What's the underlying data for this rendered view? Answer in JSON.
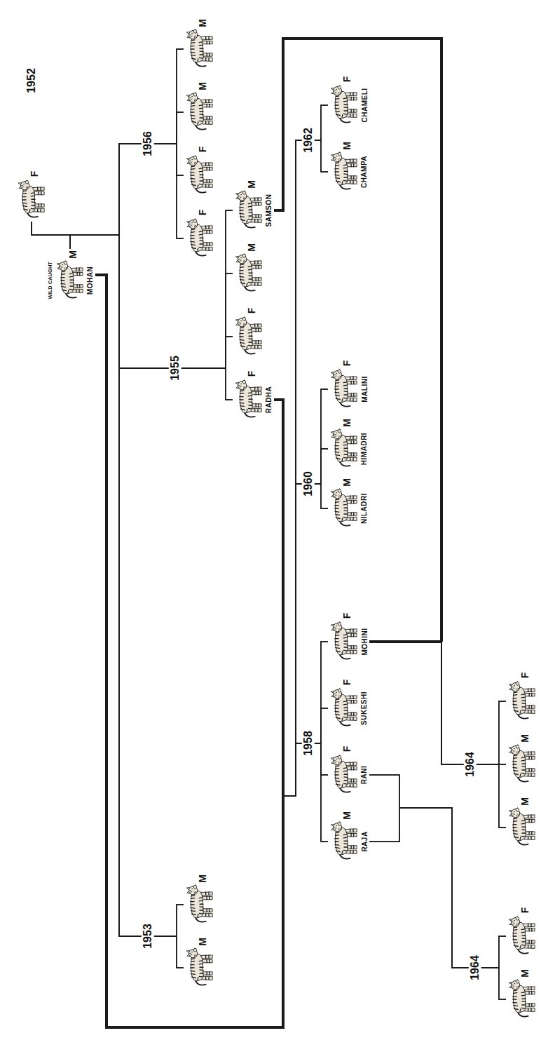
{
  "diagram": {
    "nodes": [
      {
        "text": [
          "F"
        ]
      },
      {
        "text": [
          "WILD CAUGHT",
          "M",
          "MOHAN"
        ]
      },
      {
        "text": [
          "M"
        ]
      },
      {
        "text": [
          "M"
        ]
      },
      {
        "text": [
          "F",
          "RADHA"
        ]
      },
      {
        "text": [
          "F"
        ]
      },
      {
        "text": [
          "M"
        ]
      },
      {
        "text": [
          "M",
          "SAMSON"
        ]
      },
      {
        "text": [
          "F"
        ]
      },
      {
        "text": [
          "F"
        ]
      },
      {
        "text": [
          "M"
        ]
      },
      {
        "text": [
          "M"
        ]
      },
      {
        "text": [
          "M",
          "RAJA"
        ]
      },
      {
        "text": [
          "F",
          "RANI"
        ]
      },
      {
        "text": [
          "F",
          "SUKESHI"
        ]
      },
      {
        "text": [
          "F",
          "MOHINI"
        ]
      },
      {
        "text": [
          "M",
          "NILADRI"
        ]
      },
      {
        "text": [
          "M",
          "HIMADRI"
        ]
      },
      {
        "text": [
          "F",
          "MALINI"
        ]
      },
      {
        "text": [
          "M",
          "CHAMPA"
        ]
      },
      {
        "text": [
          "F",
          "CHAMELI"
        ]
      },
      {
        "text": [
          "M"
        ]
      },
      {
        "text": [
          "F"
        ]
      },
      {
        "text": [
          "M"
        ]
      },
      {
        "text": [
          "M"
        ]
      },
      {
        "text": [
          "F"
        ]
      }
    ],
    "edges": [
      {
        "from": 1,
        "to": 2,
        "arrow": "none"
      },
      {
        "from": 0,
        "to": 2,
        "arrow": "none"
      },
      {
        "from": 1,
        "to": 3,
        "arrow": "none"
      },
      {
        "from": 0,
        "to": 3,
        "arrow": "none"
      },
      {
        "from": 1,
        "to": 4,
        "arrow": "none"
      },
      {
        "from": 0,
        "to": 4,
        "arrow": "none"
      },
      {
        "from": 1,
        "to": 5,
        "arrow": "none"
      },
      {
        "from": 0,
        "to": 5,
        "arrow": "none"
      },
      {
        "from": 1,
        "to": 6,
        "arrow": "none"
      },
      {
        "from": 0,
        "to": 6,
        "arrow": "none"
      },
      {
        "from": 1,
        "to": 7,
        "arrow": "none"
      },
      {
        "from": 0,
        "to": 7,
        "arrow": "none"
      },
      {
        "from": 1,
        "to": 8,
        "arrow": "none"
      },
      {
        "from": 0,
        "to": 8,
        "arrow": "none"
      },
      {
        "from": 1,
        "to": 9,
        "arrow": "none"
      },
      {
        "from": 0,
        "to": 9,
        "arrow": "none"
      },
      {
        "from": 1,
        "to": 10,
        "arrow": "none"
      },
      {
        "from": 0,
        "to": 10,
        "arrow": "none"
      },
      {
        "from": 1,
        "to": 11,
        "arrow": "none"
      },
      {
        "from": 0,
        "to": 11,
        "arrow": "none"
      },
      {
        "from": 1,
        "to": 12,
        "arrow": "none"
      },
      {
        "from": 4,
        "to": 12,
        "arrow": "none"
      },
      {
        "from": 1,
        "to": 13,
        "arrow": "none"
      },
      {
        "from": 4,
        "to": 13,
        "arrow": "none"
      },
      {
        "from": 1,
        "to": 14,
        "arrow": "none"
      },
      {
        "from": 4,
        "to": 14,
        "arrow": "none"
      },
      {
        "from": 1,
        "to": 15,
        "arrow": "none"
      },
      {
        "from": 4,
        "to": 15,
        "arrow": "none"
      },
      {
        "from": 1,
        "to": 16,
        "arrow": "none"
      },
      {
        "from": 4,
        "to": 16,
        "arrow": "none"
      },
      {
        "from": 1,
        "to": 17,
        "arrow": "none"
      },
      {
        "from": 4,
        "to": 17,
        "arrow": "none"
      },
      {
        "from": 1,
        "to": 18,
        "arrow": "none"
      },
      {
        "from": 4,
        "to": 18,
        "arrow": "none"
      },
      {
        "from": 1,
        "to": 19,
        "arrow": "none"
      },
      {
        "from": 4,
        "to": 19,
        "arrow": "none"
      },
      {
        "from": 1,
        "to": 20,
        "arrow": "none"
      },
      {
        "from": 4,
        "to": 20,
        "arrow": "none"
      },
      {
        "from": 12,
        "to": 21,
        "arrow": "none"
      },
      {
        "from": 13,
        "to": 21,
        "arrow": "none"
      },
      {
        "from": 12,
        "to": 22,
        "arrow": "none"
      },
      {
        "from": 13,
        "to": 22,
        "arrow": "none"
      },
      {
        "from": 7,
        "to": 23,
        "arrow": "none"
      },
      {
        "from": 15,
        "to": 23,
        "arrow": "none"
      },
      {
        "from": 7,
        "to": 24,
        "arrow": "none"
      },
      {
        "from": 15,
        "to": 24,
        "arrow": "none"
      },
      {
        "from": 7,
        "to": 25,
        "arrow": "none"
      },
      {
        "from": 15,
        "to": 25,
        "arrow": "none"
      }
    ],
    "labels": [
      "1952",
      "1953",
      "1955",
      "1956",
      "1958",
      "1960",
      "1962",
      "1964",
      "1964"
    ]
  }
}
